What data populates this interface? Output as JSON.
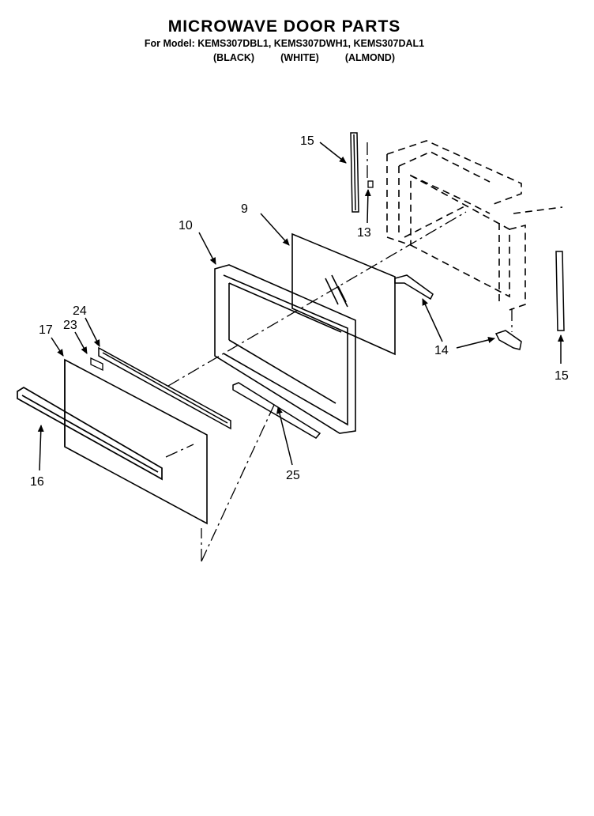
{
  "header": {
    "title": "MICROWAVE DOOR PARTS",
    "subtitle": "For Model: KEMS307DBL1, KEMS307DWH1, KEMS307DAL1",
    "variants": [
      "(BLACK)",
      "(WHITE)",
      "(ALMOND)"
    ]
  },
  "callouts": {
    "c15a": "15",
    "c9": "9",
    "c13": "13",
    "c10": "10",
    "c24": "24",
    "c23": "23",
    "c17": "17",
    "c14": "14",
    "c15b": "15",
    "c16": "16",
    "c25": "25"
  }
}
